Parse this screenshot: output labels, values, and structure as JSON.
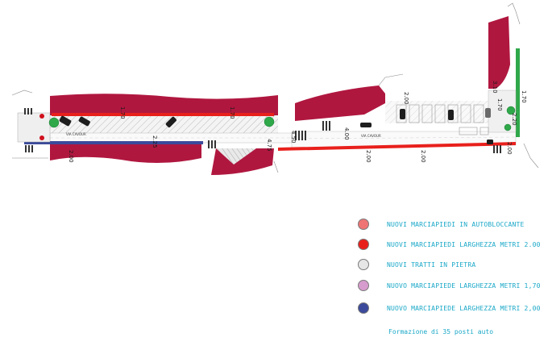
{
  "colors": {
    "building": "#b0173f",
    "sidewalk_new": "#e8201c",
    "autobloccante": "#ef7474",
    "pietra": "#e6e6e6",
    "marciapiede_170": "#d69ccd",
    "marciapiede_200": "#3b4a9a",
    "green": "#2fa84a",
    "legend_text": "#1aa8c8"
  },
  "plan": {
    "streets": [
      {
        "label": "VIA CAVOUR"
      },
      {
        "label": "VIA CAVOUR"
      }
    ],
    "dimensions": [
      {
        "label": "1.70"
      },
      {
        "label": "1.70"
      },
      {
        "label": "2.25"
      },
      {
        "label": "2.00"
      },
      {
        "label": "4.75"
      },
      {
        "label": "4.50"
      },
      {
        "label": "4.00"
      },
      {
        "label": "2.00"
      },
      {
        "label": "2.00"
      },
      {
        "label": "2.00"
      },
      {
        "label": "2.00"
      },
      {
        "label": "3.10"
      },
      {
        "label": "2.20"
      },
      {
        "label": "1.70"
      },
      {
        "label": "1.70"
      }
    ]
  },
  "legend": {
    "items": [
      {
        "label": "NUOVI MARCIAPIEDI IN AUTOBLOCCANTE",
        "color": "#ef7474"
      },
      {
        "label": "NUOVI MARCIAPIEDI LARGHEZZA METRI 2.00",
        "color": "#e8201c"
      },
      {
        "label": "NUOVI TRATTI IN PIETRA",
        "color": "#e6e6e6"
      },
      {
        "label": "NUOVO MARCIAPIEDE LARGHEZZA METRI 1,70",
        "color": "#d69ccd"
      },
      {
        "label": "NUOVO MARCIAPIEDE LARGHEZZA METRI 2,00",
        "color": "#3b4a9a"
      }
    ],
    "note": "Formazione di 35 posti auto"
  }
}
